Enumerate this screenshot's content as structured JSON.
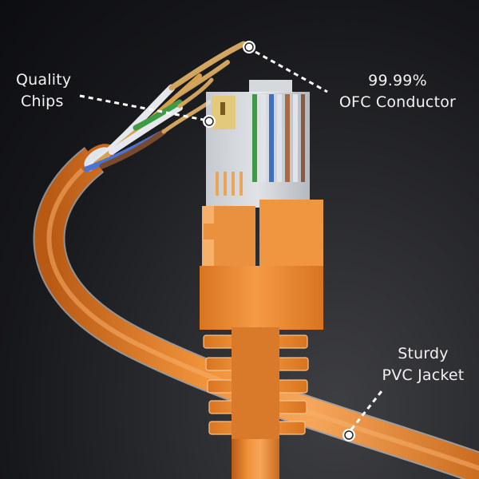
{
  "image": {
    "subject": "Orange Ethernet patch cable with RJ45 connector",
    "background_color": "#141518",
    "cable_color": "#e8842e",
    "accent_color": "#ffffff"
  },
  "callouts": [
    {
      "id": "quality-chips",
      "lines": [
        "Quality",
        "Chips"
      ],
      "dot": [
        262,
        152
      ]
    },
    {
      "id": "ofc-conductor",
      "lines": [
        "99.99%",
        "OFC Conductor"
      ],
      "dot": [
        312,
        59
      ]
    },
    {
      "id": "pvc-jacket",
      "lines": [
        "Sturdy",
        "PVC Jacket"
      ],
      "dot": [
        437,
        545
      ]
    }
  ],
  "wire_colors": [
    "#3f9a45",
    "#3f6fc4",
    "#7a4a2e",
    "#c98d3f",
    "#e7e7ea"
  ]
}
